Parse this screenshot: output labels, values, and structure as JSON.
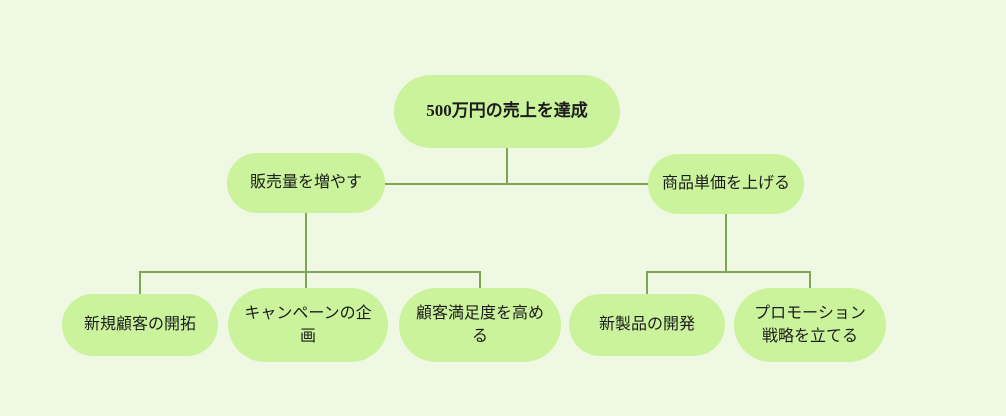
{
  "diagram": {
    "type": "tree",
    "colors": {
      "background": "#eff8e3",
      "node_fill": "#caf39c",
      "connector": "#7fa553",
      "text": "#1c1c1c"
    },
    "root": {
      "label": "500万円の売上を達成"
    },
    "branches": [
      {
        "label": "販売量を増やす",
        "children": [
          {
            "label": "新規顧客の開拓"
          },
          {
            "label": "キャンペーンの企画"
          },
          {
            "label": "顧客満足度を高める"
          }
        ]
      },
      {
        "label": "商品単価を上げる",
        "children": [
          {
            "label": "新製品の開発"
          },
          {
            "label": "プロモーション戦略を立てる"
          }
        ]
      }
    ]
  }
}
